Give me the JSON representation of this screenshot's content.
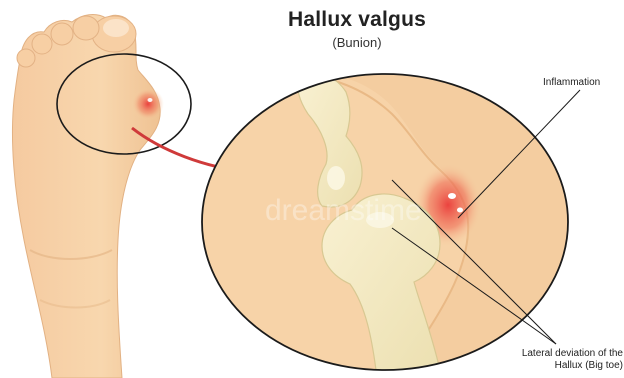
{
  "diagram": {
    "title": "Hallux valgus",
    "subtitle": "(Bunion)",
    "labels": {
      "inflammation": "Inflammation",
      "deviation_line1": "Lateral deviation of the",
      "deviation_line2": "Hallux (Big toe)"
    },
    "watermark": "dreamstime",
    "colors": {
      "skin": "#f7d2a5",
      "skin_shadow": "#e8b987",
      "bone": "#f4eac2",
      "bone_edge": "#dccf9c",
      "inflammation": "#ea3b39",
      "outline": "#1b1b1b",
      "arrow": "#cf3a3a"
    }
  }
}
